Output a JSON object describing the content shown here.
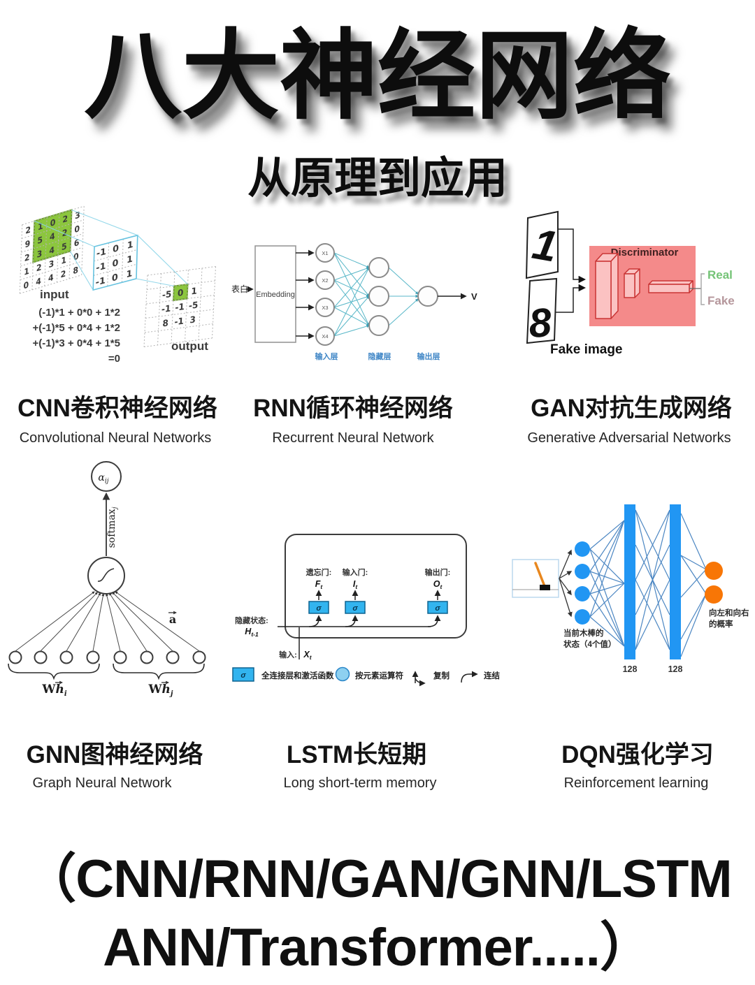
{
  "colors": {
    "green_cell": "#8cc63e",
    "green_edge": "#6fa32b",
    "kernel_blue": "#67c3e0",
    "conn_blue": "#8ad4e8",
    "pink_box": "#f48a8a",
    "disc_red": "#c93434",
    "real_green": "#74c376",
    "fake_gray": "#b5969b",
    "lstm_blue": "#32b4ef",
    "lstm_blue_dark": "#0e6391",
    "dqn_blue": "#2196f3",
    "dqn_line": "#4b86c2",
    "dqn_orange": "#f87606",
    "rnn_teal": "#58b7c8",
    "label_blue": "#3f86c6"
  },
  "header": {
    "title": "八大神经网络",
    "subtitle": "从原理到应用"
  },
  "panels": [
    {
      "title": "CNN卷积神经网络",
      "subtitle": "Convolutional Neural Networks"
    },
    {
      "title": "RNN循环神经网络",
      "subtitle": "Recurrent Neural Network"
    },
    {
      "title": "GAN对抗生成网络",
      "subtitle": "Generative Adversarial Networks"
    },
    {
      "title": "GNN图神经网络",
      "subtitle": "Graph Neural Network"
    },
    {
      "title": "LSTM长短期",
      "subtitle": "Long short-term memory"
    },
    {
      "title": "DQN强化学习",
      "subtitle": "Reinforcement learning"
    }
  ],
  "cnn": {
    "input_label": "input",
    "output_label": "output",
    "input_grid": [
      [
        2,
        1,
        0,
        2,
        3
      ],
      [
        9,
        5,
        4,
        2,
        0
      ],
      [
        2,
        3,
        4,
        5,
        6
      ],
      [
        1,
        2,
        3,
        1,
        0
      ],
      [
        0,
        4,
        4,
        2,
        8
      ]
    ],
    "kernel": [
      [
        -1,
        0,
        1
      ],
      [
        -1,
        0,
        1
      ],
      [
        -1,
        0,
        1
      ]
    ],
    "output_block": [
      [
        -5,
        0,
        1
      ],
      [
        -1,
        -1,
        -5
      ],
      [
        8,
        -1,
        3
      ]
    ],
    "equation": [
      "(-1)*1 + 0*0 + 1*2",
      "+(-1)*5 + 0*4 + 1*2",
      "+(-1)*3 + 0*4 + 1*5",
      "=0"
    ]
  },
  "rnn": {
    "input_text": "表白",
    "embedding_label": "Embedding",
    "input_nodes": [
      "X1",
      "X2",
      "X3",
      "X4"
    ],
    "output_text": "V",
    "layer_labels": [
      "输入层",
      "隐藏层",
      "输出层"
    ]
  },
  "gan": {
    "digit_top": "1",
    "digit_bottom": "8",
    "fake_image_label": "Fake image",
    "discriminator_label": "Discriminator",
    "real_label": "Real",
    "fake_label": "Fake"
  },
  "gnn": {
    "alpha_sym": "α",
    "alpha_sub": "ij",
    "softmax_sym": "softmax",
    "softmax_sub": "j",
    "a_label": "a",
    "groups": [
      {
        "w": "W",
        "h": "h",
        "sub": "i"
      },
      {
        "w": "W",
        "h": "h",
        "sub": "j"
      }
    ]
  },
  "lstm": {
    "sigma": "σ",
    "gates": [
      {
        "name": "遗忘门:",
        "sym": "F",
        "sub": "t"
      },
      {
        "name": "输入门:",
        "sym": "I",
        "sub": "t"
      },
      {
        "name": "输出门:",
        "sym": "O",
        "sub": "t"
      }
    ],
    "hidden_label": "隐藏状态:",
    "hidden_sym": "H",
    "hidden_sub": "t-1",
    "input_label": "输入:",
    "input_sym": "X",
    "input_sub": "t",
    "legend": [
      {
        "label": "全连接层和激活函数"
      },
      {
        "label": "按元素运算符"
      },
      {
        "label": "复制"
      },
      {
        "label": "连结"
      }
    ]
  },
  "dqn": {
    "state_label_1": "当前木棒的",
    "state_label_2": "状态（4个值）",
    "output_label_1": "向左和向右",
    "output_label_2": "的概率",
    "bar_labels": [
      "128",
      "128"
    ]
  },
  "footer": {
    "line1": "（CNN/RNN/GAN/GNN/LSTM",
    "line2": "ANN/Transformer.....）"
  }
}
